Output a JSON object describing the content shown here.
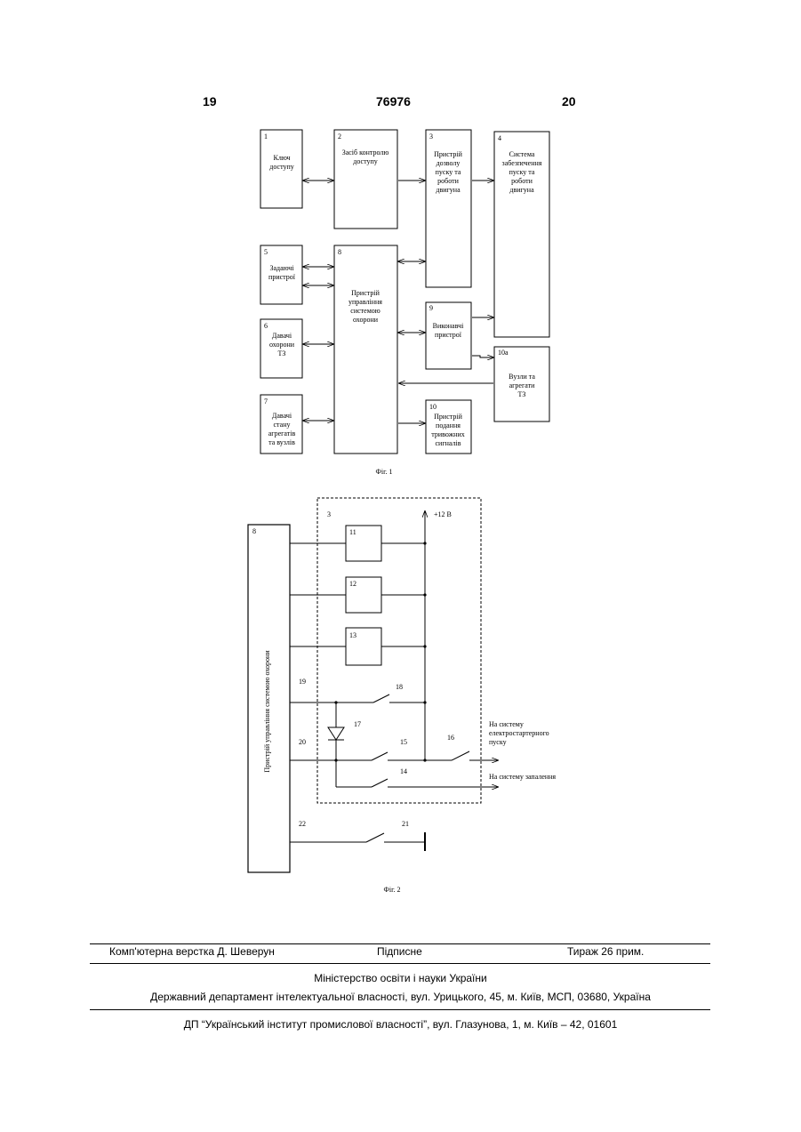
{
  "header": {
    "page_left": "19",
    "patent_number": "76976",
    "page_right": "20"
  },
  "fig1": {
    "caption": "Фіг. 1",
    "blocks": [
      {
        "num": "1",
        "lines": [
          "Ключ",
          "доступу"
        ]
      },
      {
        "num": "2",
        "lines": [
          "Засіб контролю",
          "доступу"
        ]
      },
      {
        "num": "3",
        "lines": [
          "Пристрій",
          "дозволу",
          "пуску та",
          "роботи",
          "двигуна"
        ]
      },
      {
        "num": "4",
        "lines": [
          "Система",
          "забезпечення",
          "пуску та",
          "роботи",
          "двигуна"
        ]
      },
      {
        "num": "5",
        "lines": [
          "Задаючі",
          "пристрої"
        ]
      },
      {
        "num": "6",
        "lines": [
          "Давачі",
          "охорони",
          "ТЗ"
        ]
      },
      {
        "num": "7",
        "lines": [
          "Давачі",
          "стану",
          "агрегатів",
          "та вузлів"
        ]
      },
      {
        "num": "8",
        "lines": [
          "Пристрій",
          "управління",
          "системою",
          "охорони"
        ]
      },
      {
        "num": "9",
        "lines": [
          "Виконавчі",
          "пристрої"
        ]
      },
      {
        "num": "10",
        "lines": [
          "Пристрій",
          "подання",
          "тривожних",
          "сигналів"
        ]
      },
      {
        "num": "10а",
        "lines": [
          "Вузли та",
          "агрегати",
          "ТЗ"
        ]
      }
    ]
  },
  "fig2": {
    "caption": "Фіг. 2",
    "block8_num": "8",
    "block8_label": "Пристрій управління системою охорони",
    "block3_num": "3",
    "voltage": "+12 В",
    "relays": [
      "11",
      "12",
      "13"
    ],
    "labels": {
      "n14": "14",
      "n15": "15",
      "n16": "16",
      "n17": "17",
      "n18": "18",
      "n19": "19",
      "n20": "20",
      "n21": "21",
      "n22": "22"
    },
    "out_starter": [
      "На систему",
      "електростартерного",
      "пуску"
    ],
    "out_ignition": "На систему запалення"
  },
  "footer": {
    "typesetting": "Комп'ютерна верстка Д. Шеверун",
    "signed": "Підписне",
    "circulation": "Тираж 26 прим.",
    "ministry": "Міністерство освіти і науки України",
    "department": "Державний департамент інтелектуальної власності, вул. Урицького, 45, м. Київ, МСП, 03680, Україна",
    "institute": "ДП “Український інститут промислової власності”, вул. Глазунова, 1, м. Київ – 42, 01601"
  }
}
